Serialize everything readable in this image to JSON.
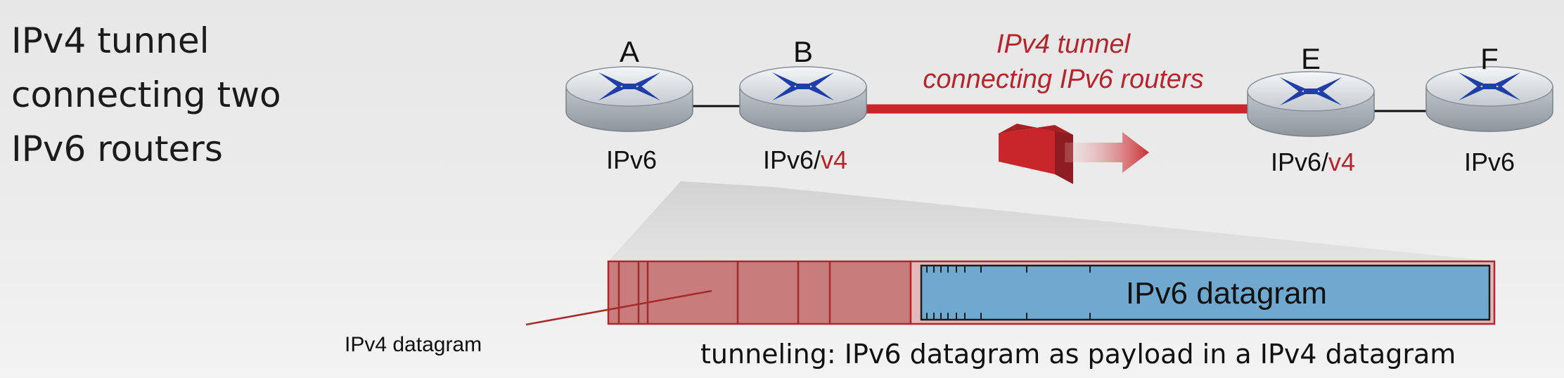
{
  "title": {
    "lines": [
      "IPv4 tunnel",
      "connecting two",
      "IPv6 routers"
    ]
  },
  "routers": [
    {
      "letter": "A",
      "label_main": "IPv6",
      "label_suffix": ""
    },
    {
      "letter": "B",
      "label_main": "IPv6/",
      "label_suffix": "v4"
    },
    {
      "letter": "E",
      "label_main": "IPv6/",
      "label_suffix": "v4"
    },
    {
      "letter": "F",
      "label_main": "IPv6",
      "label_suffix": ""
    }
  ],
  "tunnel": {
    "line1": "IPv4 tunnel",
    "line2": "connecting IPv6 routers"
  },
  "packet": {
    "payload_label": "IPv6 datagram",
    "outer_label": "IPv4 datagram"
  },
  "caption": "tunneling: IPv6 datagram as payload in a IPv4 datagram",
  "colors": {
    "accent_red": "#b3262b",
    "tunnel_red": "#c8262b",
    "ipv4_fill": "#c97c7c",
    "ipv6_fill": "#6fa9d0",
    "router_blue": "#1f3fa6"
  }
}
